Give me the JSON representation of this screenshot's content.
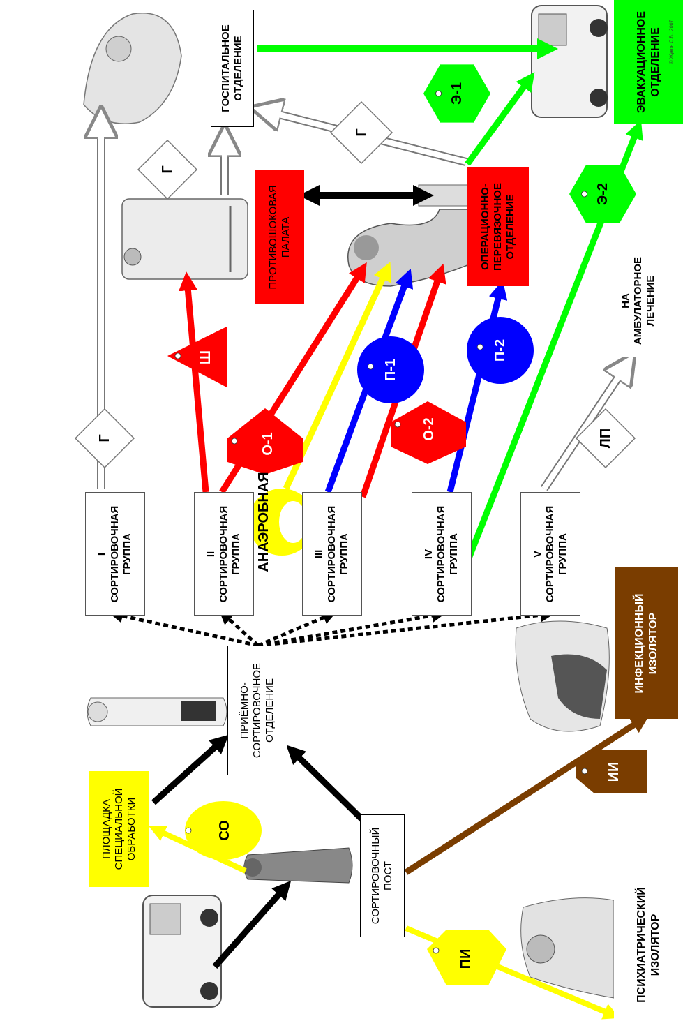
{
  "colors": {
    "red": "#ff0000",
    "green": "#00ff00",
    "blue": "#0000ff",
    "yellow": "#ffff00",
    "black": "#000000",
    "brown": "#7a3d00",
    "white": "#ffffff"
  },
  "copyright": "© Жуков С.В., 2007",
  "departments": {
    "hospital": "ГОСПИТАЛЬНОЕ\nОТДЕЛЕНИЕ",
    "evacuation": "ЭВАКУАЦИОННОЕ\nОТДЕЛЕНИЕ",
    "antishock": "ПРОТИВОШОКОВАЯ\nПАЛАТА",
    "operating": "ОПЕРАЦИОННО-\nПЕРЕВЯЗОЧНОЕ\nОТДЕЛЕНИЕ",
    "outpatient": "НА\nАМБУЛАТОРНОЕ\nЛЕЧЕНИЕ",
    "infectious": "ИНФЕКЦИОННЫЙ\nИЗОЛЯТОР",
    "psychiatric": "ПСИХИАТРИЧЕСКИЙ\nИЗОЛЯТОР",
    "reception": "ПРИЁМНО-\nСОРТИРОВОЧНОЕ\nОТДЕЛЕНИЕ",
    "special_treatment": "ПЛОЩАДКА\nСПЕЦИАЛЬНОЙ\nОБРАБОТКИ",
    "sorting_post": "СОРТИРОВОЧНЫЙ\nПОСТ"
  },
  "groups": [
    "I\nСОРТИРОВОЧНАЯ\nГРУППА",
    "II\nСОРТИРОВОЧНАЯ\nГРУППА",
    "III\nСОРТИРОВОЧНАЯ\nГРУППА",
    "IV\nСОРТИРОВОЧНАЯ\nГРУППА",
    "V\nСОРТИРОВОЧНАЯ\nГРУППА"
  ],
  "tags": {
    "g": "Г",
    "e1": "Э-1",
    "e2": "Э-2",
    "sh": "Ш",
    "o1": "О-1",
    "o2": "О-2",
    "p1": "П-1",
    "p2": "П-2",
    "lp": "ЛП",
    "ii": "ИИ",
    "pi": "ПИ",
    "so": "СО",
    "anaerobic": "АНАЭРОБНАЯ"
  },
  "figures": [
    "ambulance-icon",
    "patient-in-bed-icon",
    "doctor-icon",
    "surgeon-icon",
    "stretcher-icon",
    "patient-on-cart-icon",
    "standing-patient-icon",
    "psychiatric-patient-icon",
    "infectious-patient-icon"
  ]
}
